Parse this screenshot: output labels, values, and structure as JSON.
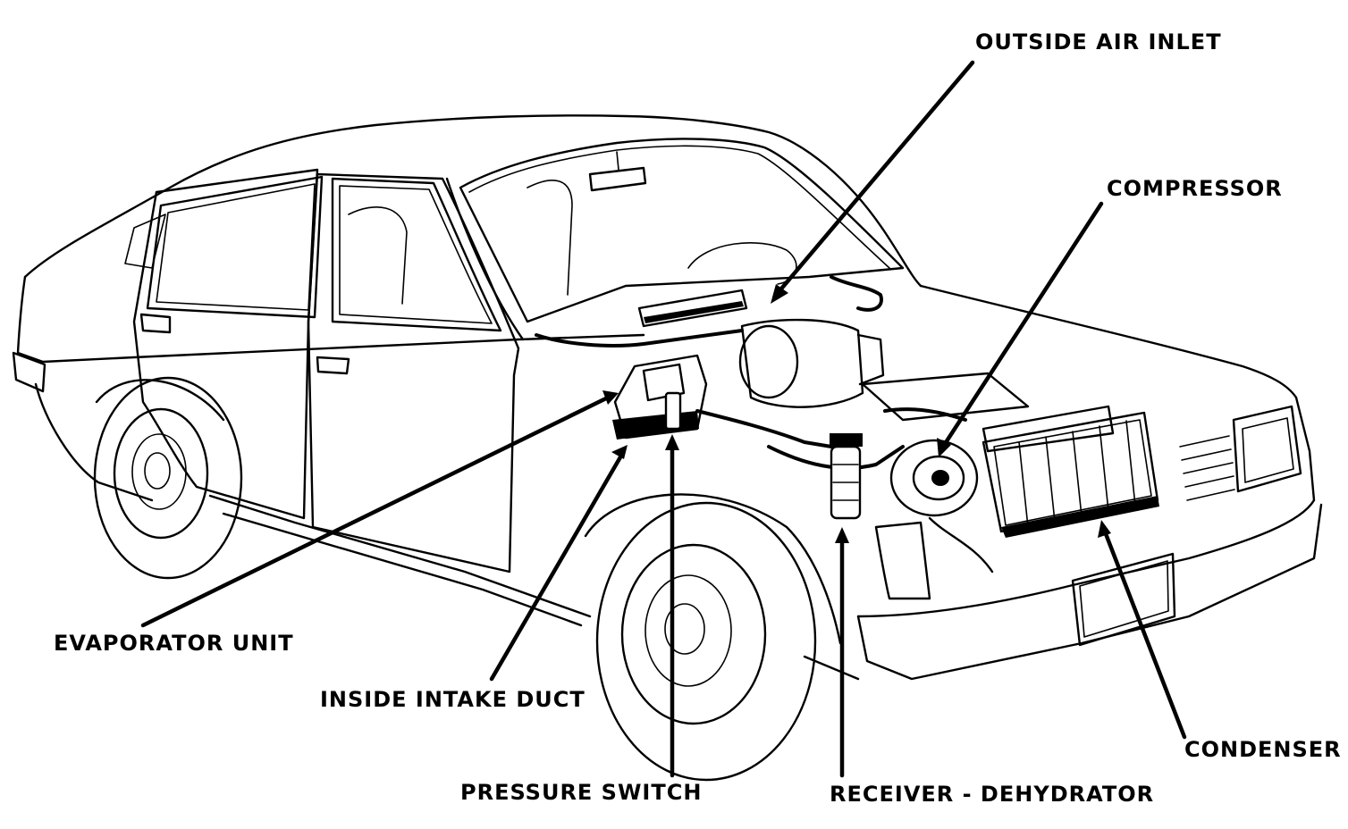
{
  "labels": {
    "outside_air_inlet": "OUTSIDE AIR INLET",
    "compressor": "COMPRESSOR",
    "evaporator_unit": "EVAPORATOR UNIT",
    "inside_intake_duct": "INSIDE INTAKE DUCT",
    "pressure_switch": "PRESSURE SWITCH",
    "receiver_dehydrator": "RECEIVER - DEHYDRATOR",
    "condenser": "CONDENSER"
  },
  "colors": {
    "ink": "#000000",
    "paper": "#ffffff"
  }
}
